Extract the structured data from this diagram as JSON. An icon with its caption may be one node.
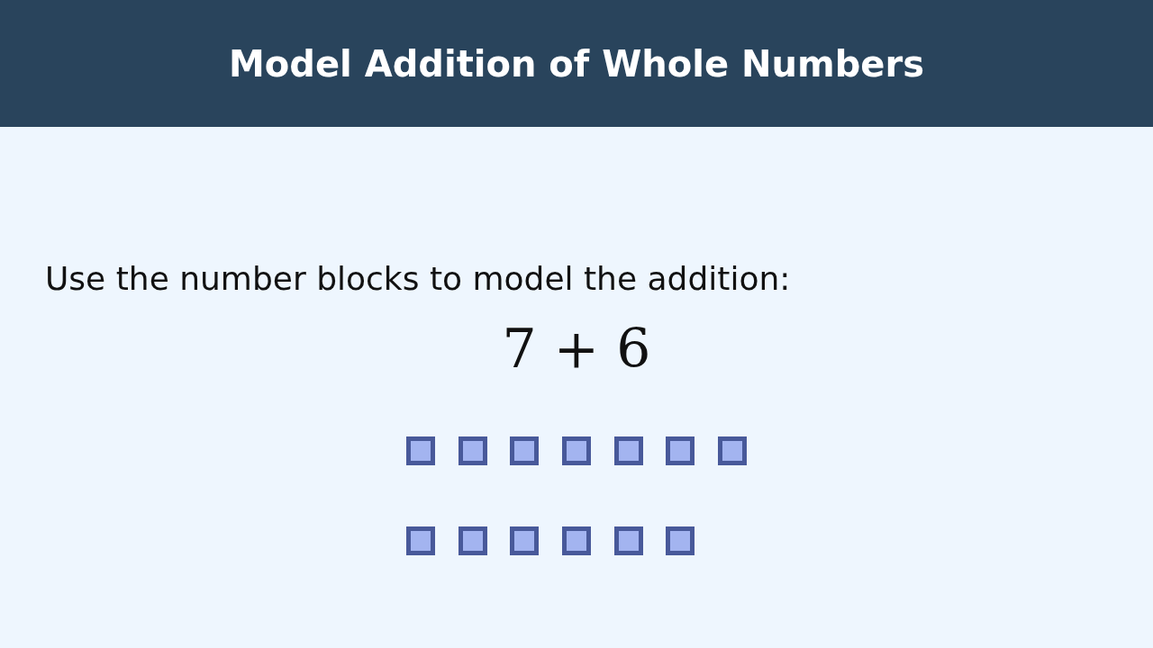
{
  "diagram": {
    "title": "Model Addition of Whole Numbers",
    "nodes": [
      {
        "text": [],
        "shape": "box"
      },
      {
        "text": [],
        "shape": "box"
      },
      {
        "text": [],
        "shape": "box"
      },
      {
        "text": [],
        "shape": "box"
      },
      {
        "text": [],
        "shape": "box"
      },
      {
        "text": [],
        "shape": "box"
      },
      {
        "text": [],
        "shape": "box"
      },
      {
        "text": [],
        "shape": "box"
      },
      {
        "text": [],
        "shape": "box"
      },
      {
        "text": [],
        "shape": "box"
      },
      {
        "text": [],
        "shape": "box"
      },
      {
        "text": [],
        "shape": "box"
      },
      {
        "text": [],
        "shape": "box"
      }
    ],
    "labels": [
      "Use the number blocks to model the addition:",
      "7 + 6"
    ]
  }
}
